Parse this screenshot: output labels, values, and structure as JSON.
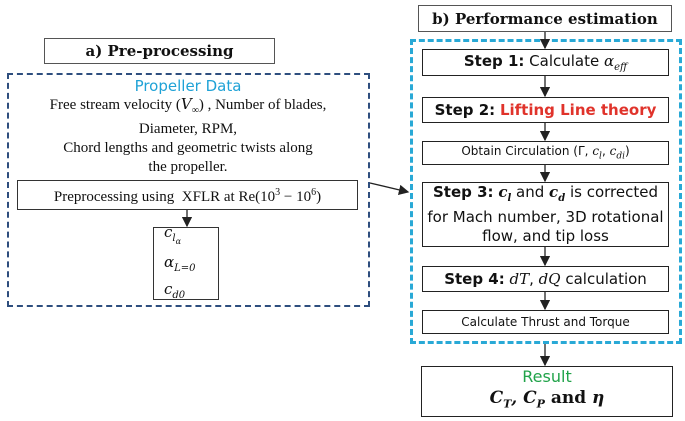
{
  "preprocessing": {
    "heading": "a) Pre-processing",
    "propeller_title": "Propeller Data",
    "propeller_line1": "Free stream velocity (V∞) , Number of blades,",
    "propeller_line2": "Diameter, RPM,",
    "propeller_line3": "Chord lengths and geometric twists along",
    "propeller_line4": "the propeller.",
    "xflr_text": "Preprocessing using  XFLR at Re(10³ − 10⁶)",
    "coef1": "cₗ_α",
    "coef2": "α_L=0",
    "coef3": "c_d0"
  },
  "performance": {
    "heading": "b) Performance estimation",
    "step1_label": "Step 1:",
    "step1_text": "Calculate α_eff",
    "step2_label": "Step 2:",
    "step2_text": "Lifting Line theory",
    "circulation_text": "Obtain Circulation (Γ, cₗ, c_di)",
    "step3_label": "Step 3:",
    "step3_line1": "cₗ and c_d is corrected",
    "step3_line2": "for Mach number, 3D rotational",
    "step3_line3": "flow, and tip loss",
    "step4_label": "Step 4:",
    "step4_text": "dT, dQ calculation",
    "thrust_text": "Calculate Thrust and Torque"
  },
  "result": {
    "title": "Result",
    "values": "C_T, C_P and η"
  },
  "colors": {
    "navy_dash": "#2e4e7e",
    "cyan_dash": "#29a9d6",
    "propeller_title": "#1fa2d6",
    "lifting_line": "#e0332b",
    "result_title": "#21a34a"
  }
}
